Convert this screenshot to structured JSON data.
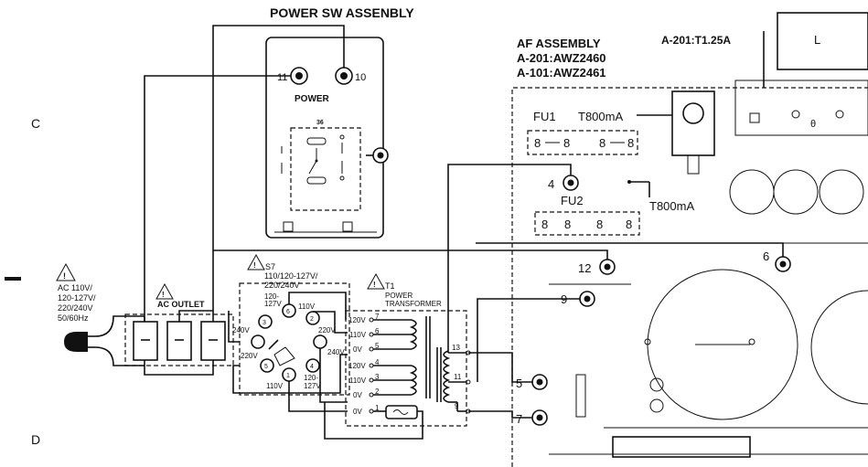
{
  "margin": {
    "c": "C",
    "d": "D"
  },
  "power_sw": {
    "title": "POWER SW ASSENBLY",
    "terminal_11": "11",
    "terminal_10": "10",
    "label": "POWER"
  },
  "af": {
    "title": "AF ASSEMBLY",
    "line1": "A-201:AWZ2460",
    "line2": "A-101:AWZ2461",
    "fuse_top": "A-201:T1.25A",
    "box_l": "L",
    "fu1": "FU1",
    "fu1_rating": "T800mA",
    "fu2": "FU2",
    "fu2_rating": "T800mA"
  },
  "ac": {
    "line1": "AC 110V/",
    "line2": "120-127V/",
    "line3": "220/240V",
    "line4": "50/60Hz",
    "outlet": "AC OUTLET"
  },
  "selector": {
    "name": "S7",
    "line1": "110/120-127V/",
    "line2": "220/240V",
    "v120": "120-",
    "v127": "127V",
    "v110": "110V",
    "v220": "220V",
    "v240": "240V",
    "b240": "240V",
    "b220": "220V",
    "b120": "120-",
    "b127": "127V",
    "b110": "110V",
    "pins": [
      "1",
      "2",
      "3",
      "4",
      "5",
      "6"
    ]
  },
  "transformer": {
    "name": "T1",
    "line1": "POWER",
    "line2": "TRANSFORMER",
    "taps": [
      {
        "label": "120V",
        "pin": "7"
      },
      {
        "label": "110V",
        "pin": "6"
      },
      {
        "label": "0V",
        "pin": "5"
      },
      {
        "label": "120V",
        "pin": "4"
      },
      {
        "label": "110V",
        "pin": "3"
      },
      {
        "label": "0V",
        "pin": "2"
      },
      {
        "label": "0V",
        "pin": "1"
      }
    ],
    "sec": [
      "13",
      "11",
      "9"
    ]
  },
  "connectors": {
    "c4": "4",
    "c12": "12",
    "c9": "9",
    "c6": "6",
    "c5": "5",
    "c7": "7"
  },
  "board": {
    "theta": "θ"
  }
}
